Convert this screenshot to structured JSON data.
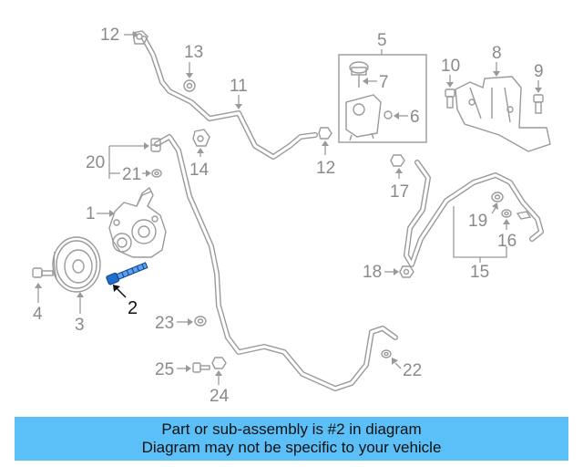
{
  "callouts": {
    "c1": "1",
    "c2": "2",
    "c3": "3",
    "c4": "4",
    "c5": "5",
    "c6": "6",
    "c7": "7",
    "c8": "8",
    "c9": "9",
    "c10": "10",
    "c11": "11",
    "c12a": "12",
    "c12b": "12",
    "c13": "13",
    "c14": "14",
    "c15": "15",
    "c16": "16",
    "c17": "17",
    "c18": "18",
    "c19": "19",
    "c20": "20",
    "c21": "21",
    "c22": "22",
    "c23": "23",
    "c24": "24",
    "c25": "25"
  },
  "highlighted_part": "2",
  "colors": {
    "highlight_part": "#1f6fd1",
    "line_gray": "#9a9a9a",
    "banner_bg": "#5bc0f8"
  },
  "banner": {
    "line1": "Part or sub-assembly is #2 in diagram",
    "line2": "Diagram may not be specific to your vehicle"
  }
}
